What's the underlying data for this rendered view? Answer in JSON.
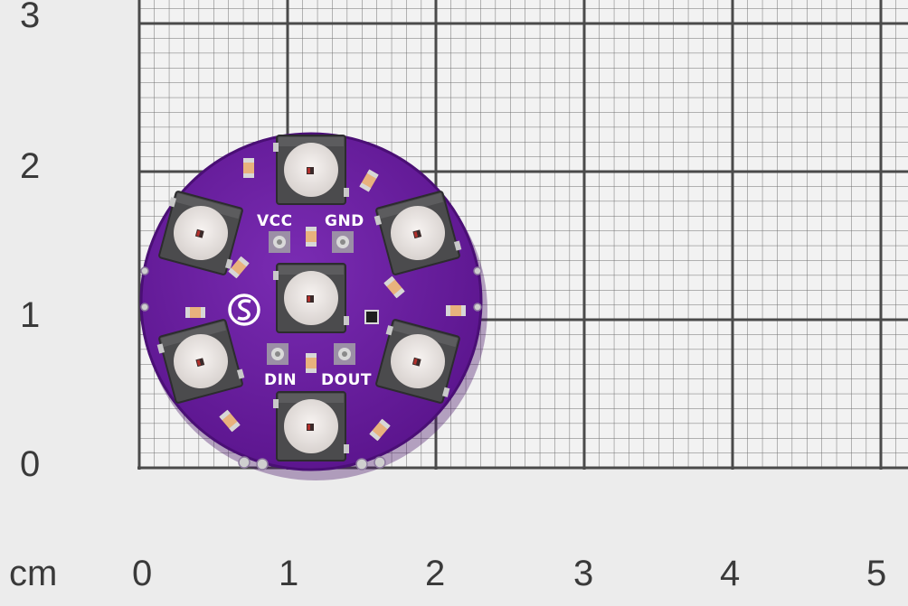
{
  "ruler": {
    "unit": "cm",
    "x_ticks": [
      "0",
      "1",
      "2",
      "3",
      "4",
      "5"
    ],
    "y_ticks": [
      "0",
      "1",
      "2",
      "3"
    ]
  },
  "board": {
    "silkscreen": {
      "vcc": "VCC",
      "gnd": "GND",
      "din": "DIN",
      "dout": "DOUT"
    },
    "pcb_color": "#6a1fa0",
    "led_count": 7
  }
}
